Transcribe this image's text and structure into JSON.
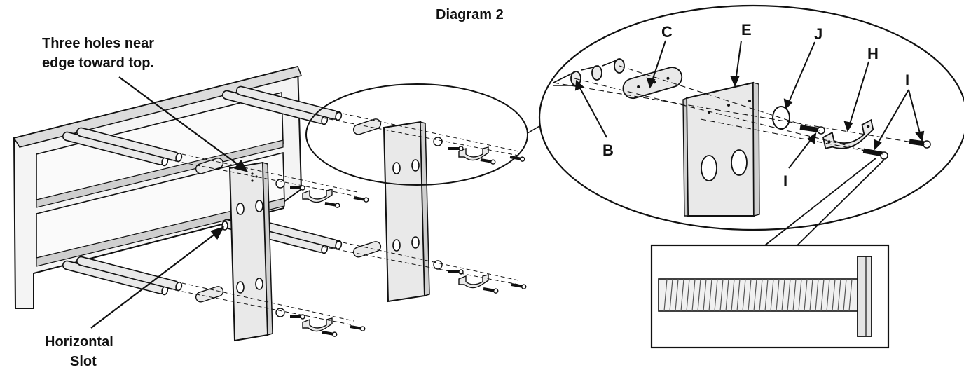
{
  "title": "Diagram 2",
  "callouts": {
    "holes_note_line1": "Three holes near",
    "holes_note_line2": "edge toward top.",
    "slot_note_line1": "Horizontal",
    "slot_note_line2": "Slot"
  },
  "part_labels": {
    "B": "B",
    "C": "C",
    "E": "E",
    "H": "H",
    "I_left": "I",
    "I_right": "I",
    "J": "J"
  },
  "colors": {
    "ink": "#111111",
    "panel_fill": "#e9e9e9",
    "panel_shade": "#cfcfcf",
    "background": "#ffffff"
  }
}
